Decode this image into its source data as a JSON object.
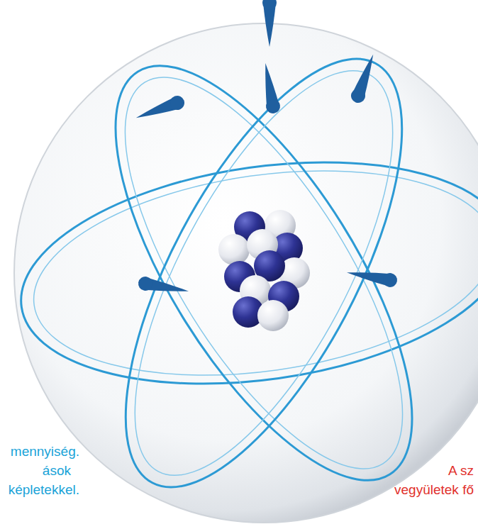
{
  "diagram": {
    "labels": [
      "mennyiség.",
      "ások",
      "képletekkel.",
      "A sz",
      "vegyületek fő"
    ]
  }
}
